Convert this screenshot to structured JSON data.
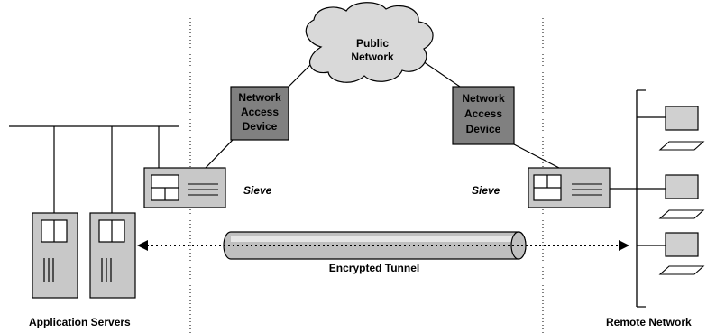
{
  "cloud_label": [
    "Public",
    "Network"
  ],
  "nad_left_label": [
    "Network",
    "Access",
    "Device"
  ],
  "nad_right_label": [
    "Network",
    "Access",
    "Device"
  ],
  "sieve_left": "Sieve",
  "sieve_right": "Sieve",
  "tunnel_label": "Encrypted Tunnel",
  "caption_left": "Application Servers",
  "caption_right": "Remote Network",
  "colors": {
    "cloud_fill": "#d9d9d9",
    "nad_fill": "#808080",
    "server_fill": "#c8c8c8",
    "sieve_fill": "#c8c8c8",
    "terminal_fill": "#d0d0d0",
    "line": "#000000"
  }
}
